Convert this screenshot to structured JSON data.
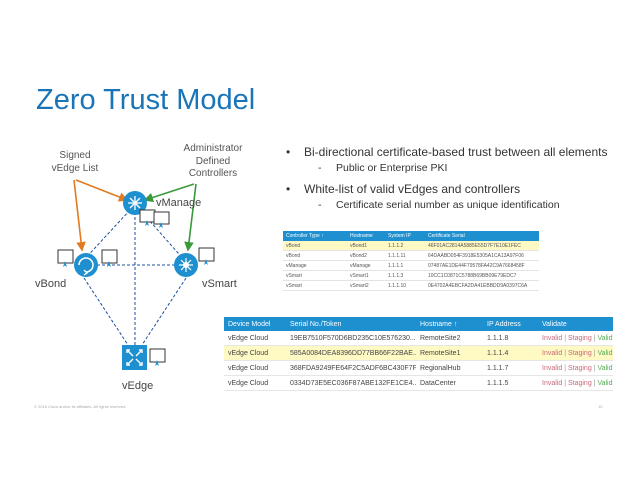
{
  "title": "Zero Trust Model",
  "annotations": {
    "signed": [
      "Signed",
      "vEdge List"
    ],
    "admin": [
      "Administrator",
      "Defined",
      "Controllers"
    ]
  },
  "devices": {
    "vmanage": "vManage",
    "vbond": "vBond",
    "vsmart": "vSmart",
    "vedge": "vEdge"
  },
  "bullets": [
    {
      "text": "Bi-directional certificate-based trust between all elements",
      "sub": "Public or Enterprise PKI"
    },
    {
      "text": "White-list of valid vEdges and controllers",
      "sub": "Certificate serial number as unique identification"
    }
  ],
  "controller_table": {
    "headers": [
      "Controller Type ↑",
      "Hostname",
      "System IP",
      "Certificate Serial"
    ],
    "rows": [
      [
        "vBond",
        "vBond1",
        "1.1.1.2",
        "46F01AC2814A5885E55D7F7E10E1FEC"
      ],
      [
        "vBond",
        "vBond2",
        "1.1.1.11",
        "64DAABD054F3918E5305A1CA13A97F06"
      ],
      [
        "vManage",
        "vManage",
        "1.1.1.1",
        "07487AE1DE44F79578FA42C9A7668458F"
      ],
      [
        "vSmart",
        "vSmart1",
        "1.1.1.3",
        "10CC1C0871C5788B69BB09E79EDC7"
      ],
      [
        "vSmart",
        "vSmart2",
        "1.1.1.10",
        "0E4702A4EBCFA2DA41EBBDD9A0397C6A"
      ]
    ]
  },
  "device_table": {
    "headers": [
      "Device Model",
      "Serial No./Token",
      "Hostname ↑",
      "IP Address",
      "Validate"
    ],
    "validate_options": [
      "Invalid",
      "Staging",
      "Valid"
    ],
    "rows": [
      [
        "vEdge Cloud",
        "19EB7510F570D6BD235C10E576230...",
        "RemoteSite2",
        "1.1.1.8"
      ],
      [
        "vEdge Cloud",
        "585A0084DEA8396DD77BB66F22BAE...",
        "RemoteSite1",
        "1.1.1.4"
      ],
      [
        "vEdge Cloud",
        "368FDA9249FE64F2C5ADF6BC430F7F...",
        "RegionalHub",
        "1.1.1.7"
      ],
      [
        "vEdge Cloud",
        "0334D73E5EC036F87ABE132FE1CE4...",
        "DataCenter",
        "1.1.1.5"
      ]
    ]
  },
  "footer": "© 2016 Cisco and/or its affiliates. All rights reserved.",
  "page_number": "10",
  "colors": {
    "title": "#1a74b8",
    "cisco_blue": "#1e8fcf",
    "orange_arrow": "#e07b22",
    "green_arrow": "#3a9a3a",
    "dashed_link": "#1a4fa0",
    "highlight_row": "#fff9c4"
  }
}
